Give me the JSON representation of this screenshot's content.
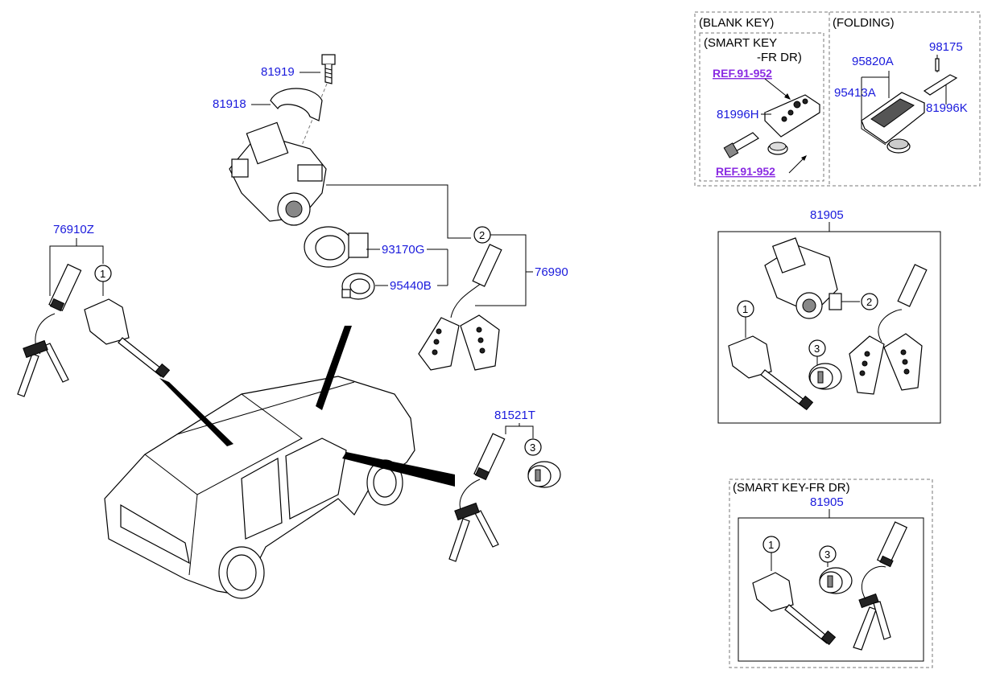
{
  "box_labels": {
    "blank_key": "(BLANK KEY)",
    "folding": "(FOLDING)",
    "smart_key_fr_dr_inner": "(SMART KEY",
    "smart_key_fr_dr_inner_2": "-FR DR)",
    "smart_key_fr_dr_bottom": "(SMART KEY-FR DR)"
  },
  "part_numbers": {
    "p81919": "81919",
    "p81918": "81918",
    "p76910Z": "76910Z",
    "p93170G": "93170G",
    "p95440B": "95440B",
    "p76990": "76990",
    "p81521T": "81521T",
    "p95820A": "95820A",
    "p98175": "98175",
    "p95413A": "95413A",
    "p81996K": "81996K",
    "p81996H": "81996H",
    "p81905_top": "81905",
    "p81905_bottom": "81905"
  },
  "refs": {
    "ref1": "REF.91-952",
    "ref2": "REF.91-952"
  },
  "callouts": {
    "c1": "1",
    "c2": "2",
    "c3": "3"
  }
}
